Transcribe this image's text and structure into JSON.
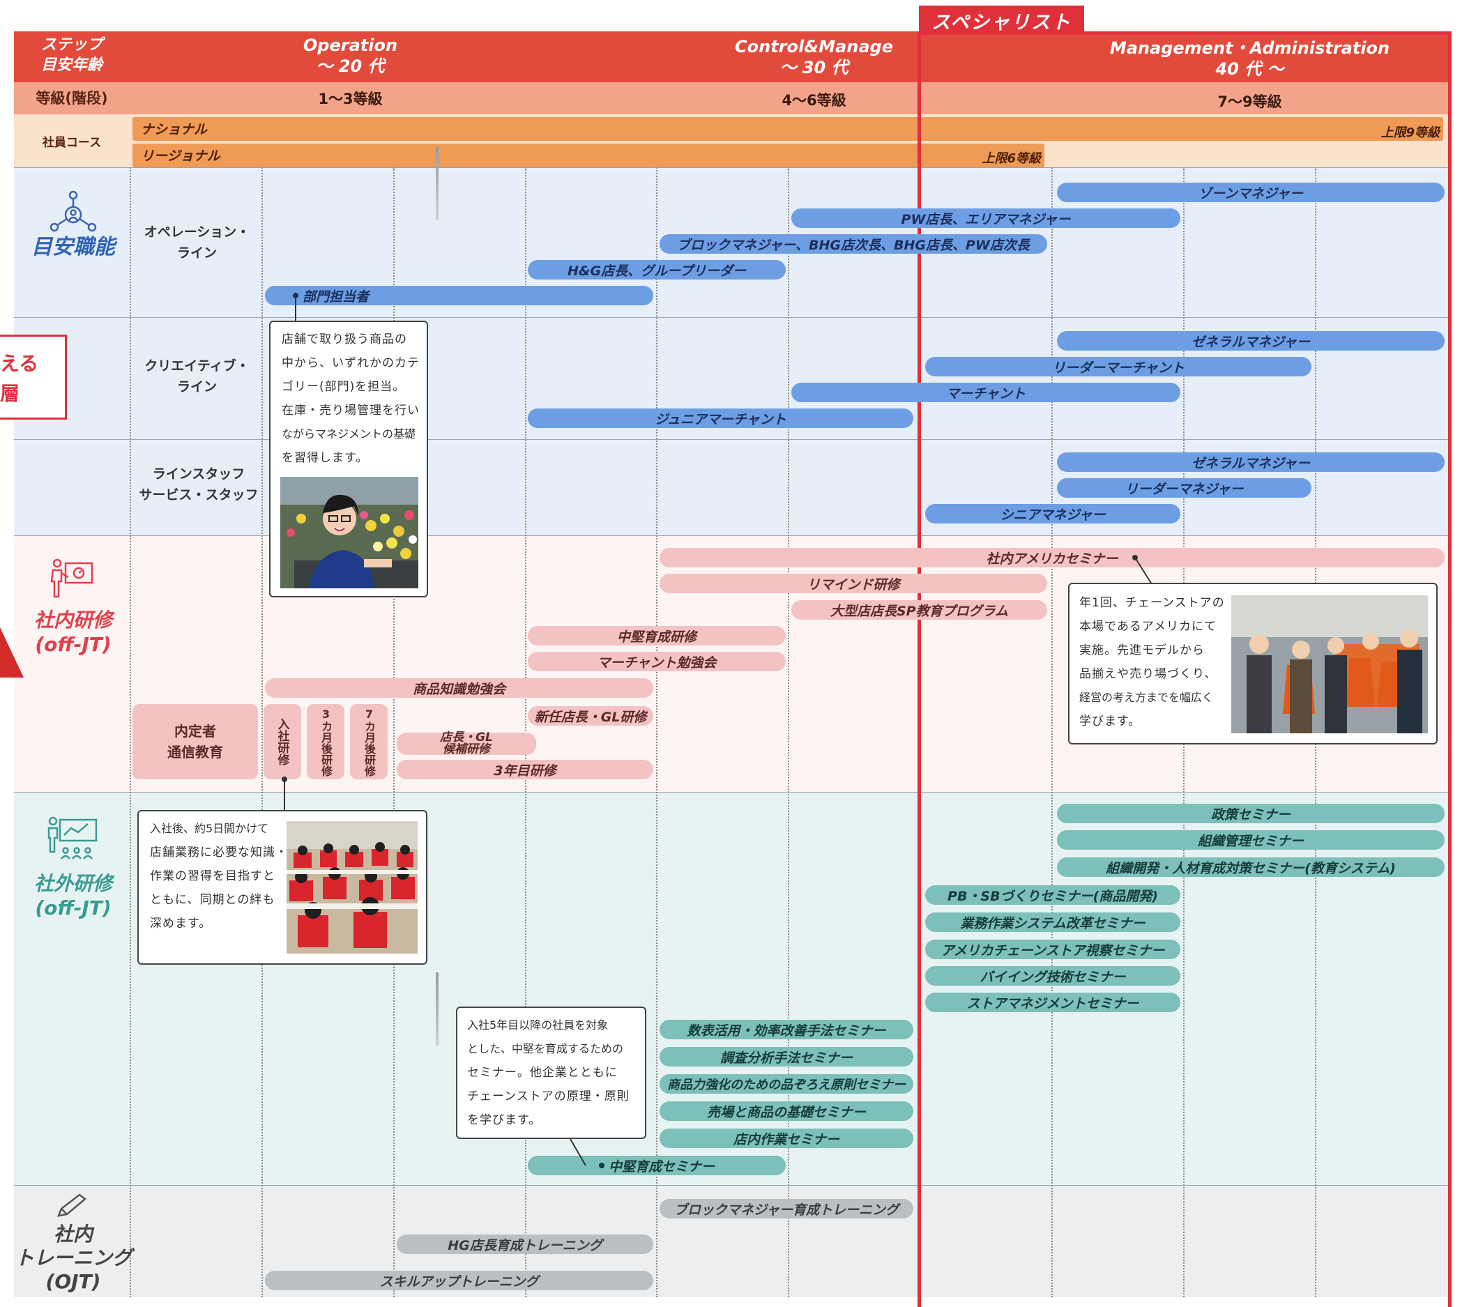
{
  "header": {
    "step_label": "ステップ\n目安年齢",
    "grade_label": "等級(階段)",
    "stages": [
      {
        "name": "Operation",
        "age": "〜 20 代",
        "grades": "1〜3等級"
      },
      {
        "name": "Control&Manage",
        "age": "〜 30 代",
        "grades": "4〜6等級"
      },
      {
        "name": "Management・Administration",
        "age": "40 代 〜",
        "grades": "7〜9等級"
      }
    ],
    "specialist_tab": "スペシャリスト"
  },
  "course": {
    "label": "社員コース",
    "national": "ナショナル",
    "national_cap": "上限9等級",
    "regional": "リージョナル",
    "regional_cap": "上限6等級"
  },
  "sections": {
    "role": "目安職能",
    "internal": "社内研修\n(off-JT)",
    "external": "社外研修\n(off-JT)",
    "ojt": "社内\nトレーニング\n(OJT)"
  },
  "side_tab": {
    "line1": "える",
    "line2": "層"
  },
  "row_labels": {
    "operation": "オペレーション・\nライン",
    "creative": "クリエイティブ・\nライン",
    "staff": "ラインスタッフ\nサービス・スタッフ"
  },
  "bars": {
    "zone_manager": "ゾーンマネジャー",
    "pw_store": "PW店長、エリアマネジャー",
    "block_manager": "ブロックマネジャー、BHG店次長、BHG店長、PW店次長",
    "hg_store": "H&G店長、グループリーダー",
    "dept": "部門担当者",
    "gm1": "ゼネラルマネジャー",
    "leader_merchant": "リーダーマーチャント",
    "merchant": "マーチャント",
    "junior_merchant": "ジュニアマーチャント",
    "gm2": "ゼネラルマネジャー",
    "leader_manager": "リーダーマネジャー",
    "senior_manager": "シニアマネジャー",
    "america_seminar": "社内アメリカセミナー",
    "remind": "リマインド研修",
    "big_store_sp": "大型店店長SP教育プログラム",
    "mid_training": "中堅育成研修",
    "merchant_study": "マーチャント勉強会",
    "product_knowledge": "商品知識勉強会",
    "new_store_gl": "新任店長・GL研修",
    "candidate": "店長・GL\n候補研修",
    "third_year": "3年目研修",
    "naitei": "内定者\n通信教育",
    "nyusha": "入社研修",
    "three_month": "3カ月後研修",
    "seven_month": "7カ月後研修",
    "policy": "政策セミナー",
    "org_mgmt": "組織管理セミナー",
    "org_dev": "組織開発・人材育成対策セミナー(教育システム)",
    "pb_sb": "PB・SBづくりセミナー(商品開発)",
    "work_system": "業務作業システム改革セミナー",
    "america_chain": "アメリカチェーンストア視察セミナー",
    "buying": "バイイング技術セミナー",
    "store_mgmt": "ストアマネジメントセミナー",
    "numbers": "数表活用・効率改善手法セミナー",
    "research": "調査分析手法セミナー",
    "assortment": "商品力強化のための品ぞろえ原則セミナー",
    "floor": "売場と商品の基礎セミナー",
    "instore": "店内作業セミナー",
    "mid_seminar": "中堅育成セミナー",
    "block_training": "ブロックマネジャー育成トレーニング",
    "hg_training": "HG店長育成トレーニング",
    "skillup": "スキルアップトレーニング"
  },
  "callouts": {
    "dept": [
      "店舗で取り扱う商品の",
      "中から、いずれかのカテ",
      "ゴリー(部門)を担当。",
      "在庫・売り場管理を行い",
      "ながらマネジメントの基礎",
      "を習得します。"
    ],
    "america": [
      "年1回、チェーンストアの",
      "本場であるアメリカにて",
      "実施。先進モデルから",
      "品揃えや売り場づくり、",
      "経営の考え方までを幅広く",
      "学びます。"
    ],
    "nyusha": [
      "入社後、約5日間かけて",
      "店舗業務に必要な知識・",
      "作業の習得を目指すと",
      "ともに、同期との絆も",
      "深めます。"
    ],
    "mid": [
      "入社5年目以降の社員を対象",
      "とした、中堅を育成するための",
      "セミナー。他企業とともに",
      "チェーンストアの原理・原則",
      "を学びます。"
    ]
  },
  "colors": {
    "header_red": "#e24b3c",
    "specialist_red": "#e0303a",
    "role_bg": "#e6eef8",
    "internal_bg": "#fdf4f4",
    "external_bg": "#e7f3f2",
    "ojt_bg": "#eceeef"
  }
}
